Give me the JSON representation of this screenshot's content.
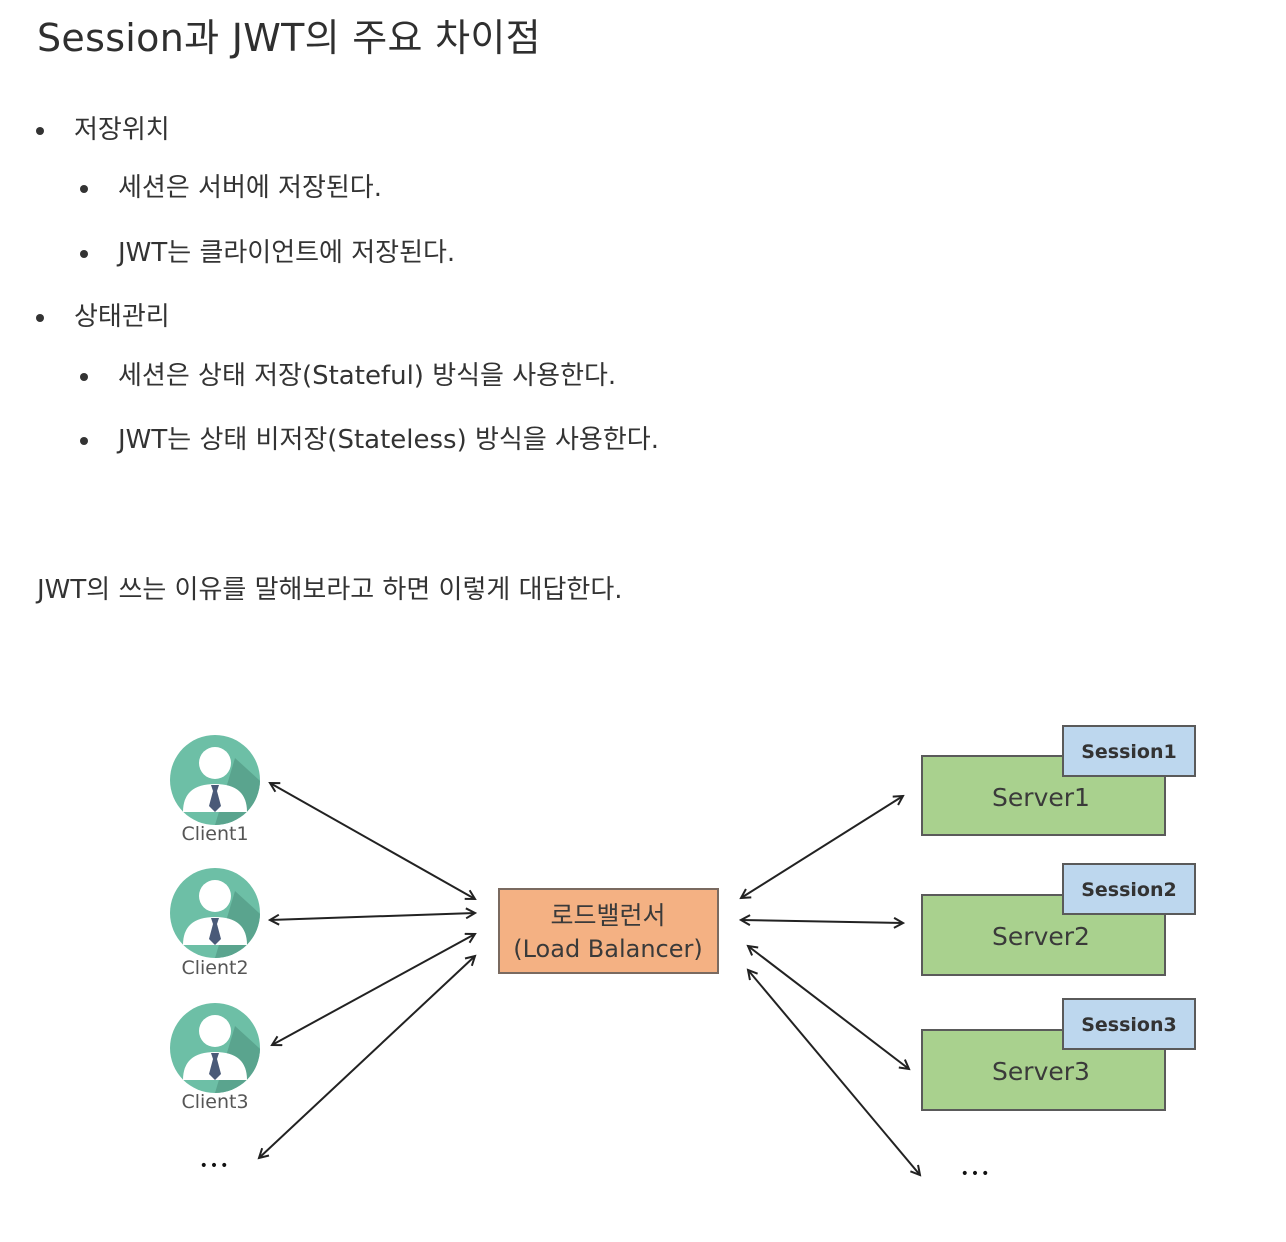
{
  "title": "Session과 JWT의 주요 차이점",
  "sections": [
    {
      "label": "저장위치",
      "items": [
        "세션은 서버에 저장된다.",
        "JWT는 클라이언트에 저장된다."
      ]
    },
    {
      "label": "상태관리",
      "items": [
        "세션은 상태 저장(Stateful) 방식을 사용한다.",
        "JWT는 상태 비저장(Stateless) 방식을 사용한다."
      ]
    }
  ],
  "paragraph": "JWT의 쓰는 이유를 말해보라고 하면 이렇게 대답한다.",
  "diagram": {
    "clients": [
      "Client1",
      "Client2",
      "Client3"
    ],
    "clients_more": "•••",
    "load_balancer": {
      "line1": "로드밸런서",
      "line2": "(Load Balancer)"
    },
    "servers": [
      {
        "name": "Server1",
        "session": "Session1"
      },
      {
        "name": "Server2",
        "session": "Session2"
      },
      {
        "name": "Server3",
        "session": "Session3"
      }
    ],
    "servers_more": "•••",
    "colors": {
      "client_circle": "#6dbfa6",
      "client_shadow": "#5aa48e",
      "tie": "#4a5a78",
      "load_balancer": "#f4b183",
      "server": "#a9d18e",
      "session": "#bdd7ee",
      "arrow": "#222222"
    }
  }
}
